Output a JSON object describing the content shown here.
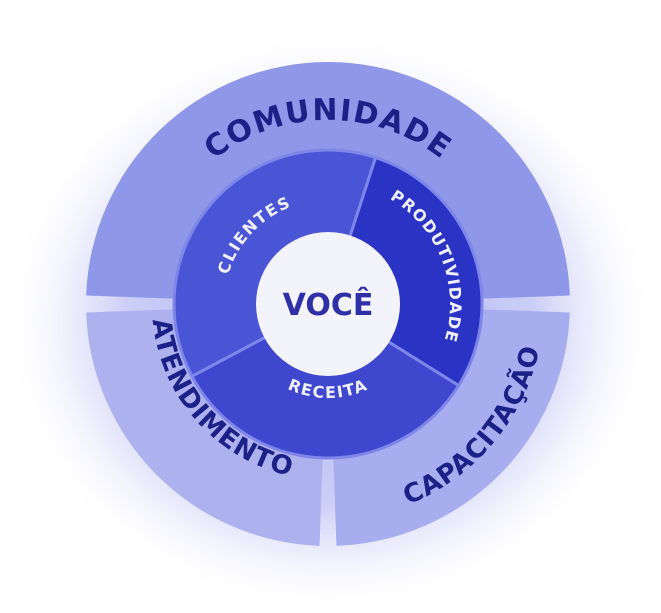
{
  "center": {
    "label": "VOCÊ",
    "fill": "#f3f3fc",
    "text_color": "#2f2fa8"
  },
  "inner_ring": {
    "segments": [
      {
        "label": "CLIENTES",
        "fill": "#4a55d6"
      },
      {
        "label": "PRODUTIVIDADE",
        "fill": "#2a33c4"
      },
      {
        "label": "RECEITA",
        "fill": "#3e47cd"
      }
    ],
    "text_color": "#eef0ff",
    "divider_color": "#7e86e8"
  },
  "outer_ring": {
    "segments": [
      {
        "label": "COMUNIDADE",
        "fill": "#8f97e8"
      },
      {
        "label": "CAPACITAÇÃO",
        "fill": "#a7adee"
      },
      {
        "label": "ATENDIMENTO",
        "fill": "#adb2ef"
      }
    ],
    "text_color": "#1c2187"
  },
  "glow_color": "#6b73e6"
}
